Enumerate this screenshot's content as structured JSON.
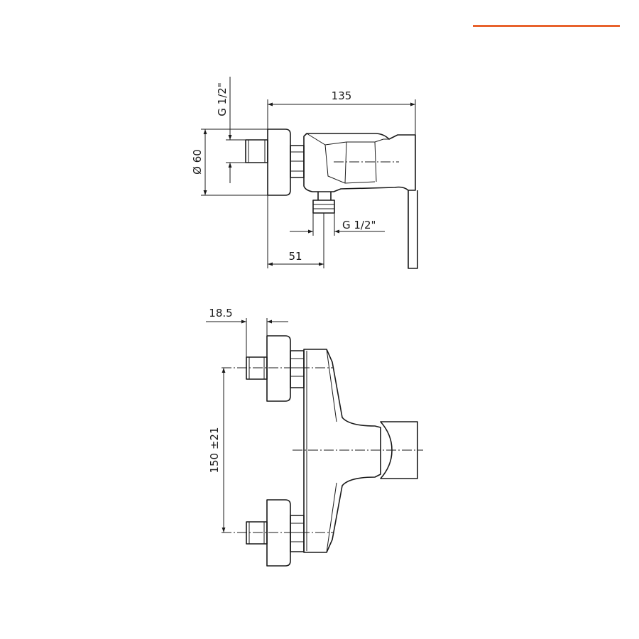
{
  "brand": {
    "accent_color": "#e8622c"
  },
  "side_view": {
    "dim_overall_length": "135",
    "dim_inlet_diameter": "Ø 60",
    "dim_inlet_thread": "G 1/2\"",
    "dim_outlet_thread": "G 1/2\"",
    "dim_outlet_offset": "51"
  },
  "front_view": {
    "dim_eccentric_depth": "18.5",
    "dim_inlet_spacing": "150 ±21"
  }
}
